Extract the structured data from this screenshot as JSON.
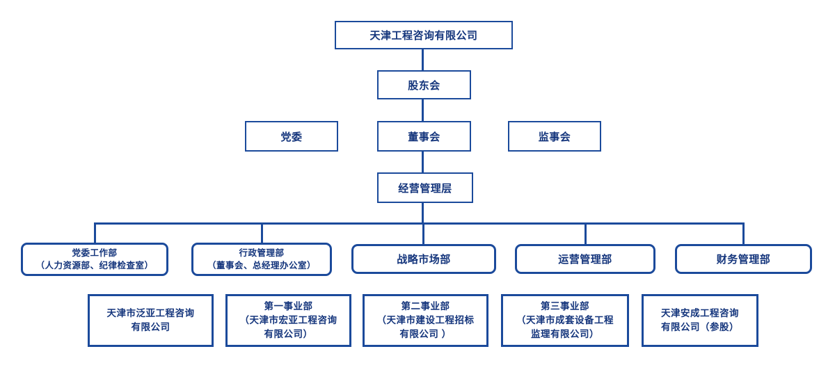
{
  "colors": {
    "line_border": "#1b4a9b",
    "text": "#14357c",
    "background": "#ffffff"
  },
  "org_chart": {
    "root": "天津工程咨询有限公司",
    "governance": {
      "shareholders": "股东会",
      "party_committee": "党委",
      "board_of_directors": "董事会",
      "supervisory_board": "监事会",
      "management": "经营管理层"
    },
    "departments": [
      "党委工作部\n（人力资源部、纪律检查室）",
      "行政管理部\n（董事会、总经理办公室）",
      "战略市场部",
      "运营管理部",
      "财务管理部"
    ],
    "subsidiaries": [
      "天津市泛亚工程咨询\n有限公司",
      "第一事业部\n（天津市宏亚工程咨询\n有限公司）",
      "第二事业部\n（天津市建设工程招标\n有限公司 ）",
      "第三事业部\n（天津市成套设备工程\n监理有限公司）",
      "天津安成工程咨询\n有限公司（参股）"
    ]
  }
}
